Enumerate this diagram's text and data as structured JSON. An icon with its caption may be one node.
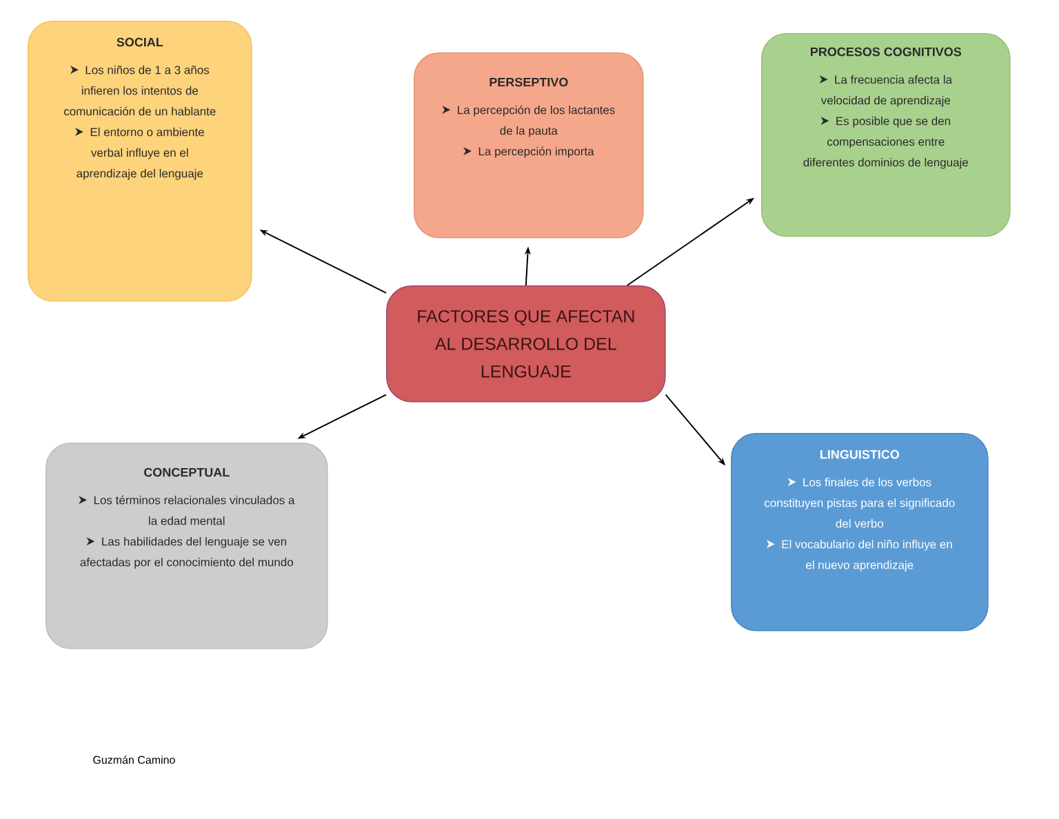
{
  "diagram": {
    "nodes": [
      {
        "text": [
          "SOCIAL",
          "Los niños de 1 a 3 años infieren los intentos de comunicación de un hablante",
          "El entorno o ambiente verbal influye en el aprendizaje del lenguaje"
        ]
      },
      {
        "text": [
          "PERSEPTIVO",
          "La percepción de los lactantes de la pauta",
          "La percepción importa"
        ]
      },
      {
        "text": [
          "PROCESOS COGNITIVOS",
          "La frecuencia afecta la velocidad de aprendizaje",
          "Es posible que se den compensaciones entre diferentes dominios de lenguaje"
        ]
      },
      {
        "text": [
          "FACTORES QUE AFECTAN AL DESARROLLO DEL LENGUAJE"
        ]
      },
      {
        "text": [
          "CONCEPTUAL",
          "Los términos relacionales vinculados a la edad mental",
          "Las habilidades del lenguaje se ven afectadas por el conocimiento del mundo"
        ]
      },
      {
        "text": [
          "LINGUISTICO",
          "Los finales de los verbos constituyen pistas para el significado del verbo",
          "El vocabulario del niño influye en el nuevo aprendizaje"
        ]
      }
    ],
    "edges": [
      {
        "from": 3,
        "to": 0,
        "arrow": "to"
      },
      {
        "from": 3,
        "to": 1,
        "arrow": "to"
      },
      {
        "from": 3,
        "to": 2,
        "arrow": "to"
      },
      {
        "from": 3,
        "to": 4,
        "arrow": "to"
      },
      {
        "from": 3,
        "to": 5,
        "arrow": "to"
      }
    ],
    "labels": [
      "Guzmán Camino"
    ]
  }
}
